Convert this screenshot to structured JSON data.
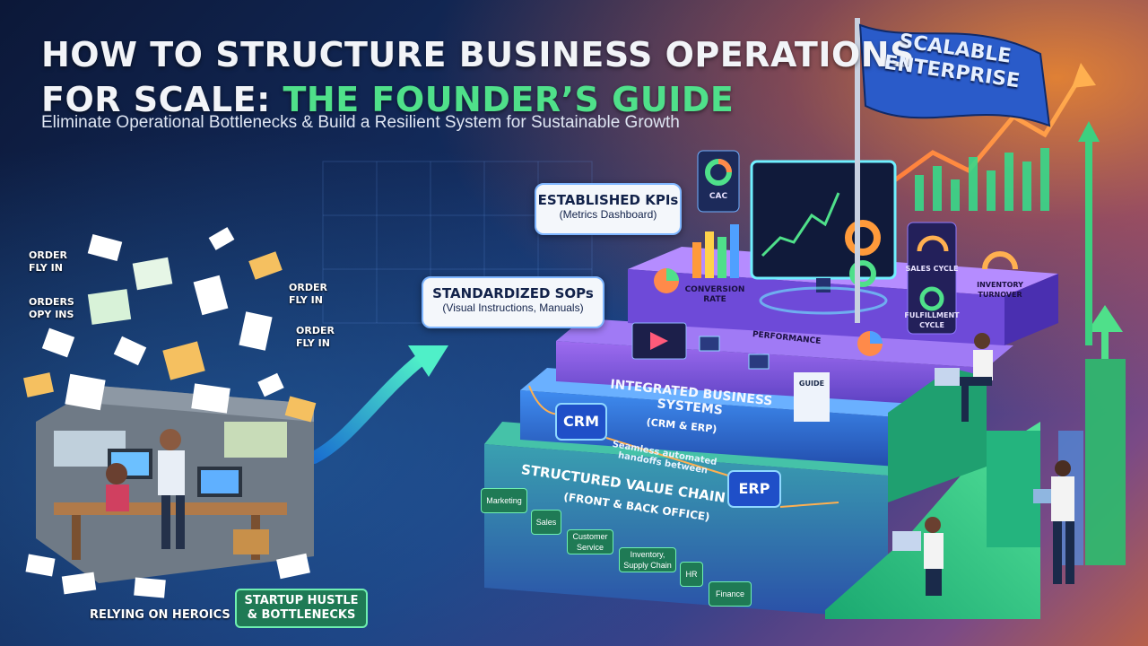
{
  "header": {
    "title_line1": "HOW TO STRUCTURE BUSINESS OPERATIONS",
    "title_line2_a": "FOR SCALE: ",
    "title_line2_b": "THE FOUNDER’S GUIDE",
    "subtitle": "Eliminate Operational Bottlenecks & Build a Resilient System for Sustainable Growth"
  },
  "flag": {
    "line1": "SCALABLE",
    "line2": "ENTERPRISE"
  },
  "chaos": {
    "labels": [
      "ORDER\nFLY IN",
      "ORDERS\nOPY INS",
      "ORDER\nFLY IN",
      "ORDER\nFLY IN"
    ],
    "badge_left": "RELYING ON HEROICS",
    "badge_right": "STARTUP HUSTLE\n& BOTTLENECKS"
  },
  "callouts": {
    "kpis_title": "ESTABLISHED KPIs",
    "kpis_sub": "(Metrics Dashboard)",
    "sops_title": "STANDARDIZED SOPs",
    "sops_sub": "(Visual Instructions, Manuals)"
  },
  "dashboard": {
    "cac": "CAC",
    "conversion_rate": "CONVERSION\nRATE",
    "performance": "PERFORMANCE",
    "sales_cycle": "SALES CYCLE",
    "fulfillment_cycle": "FULFILLMENT\nCYCLE",
    "inventory_turnover": "INVENTORY\nTURNOVER",
    "guide": "GUIDE"
  },
  "tiers": {
    "integrated_title": "INTEGRATED BUSINESS SYSTEMS",
    "integrated_sub": "(CRM & ERP)",
    "crm": "CRM",
    "erp": "ERP",
    "handoffs": "Seamless automated\nhandoffs between",
    "value_chain_title": "STRUCTURED VALUE CHAIN",
    "value_chain_sub": "(FRONT & BACK OFFICE)",
    "departments": [
      "Marketing",
      "Sales",
      "Customer\nService",
      "Inventory,\nSupply Chain",
      "HR",
      "Finance"
    ]
  },
  "colors": {
    "accent_green": "#4fe08a",
    "flag_blue": "#2a5bc9",
    "tier_purple": "#6b4ad1",
    "tier_blue": "#2f6fd6",
    "tier_green": "#2aa86c"
  }
}
